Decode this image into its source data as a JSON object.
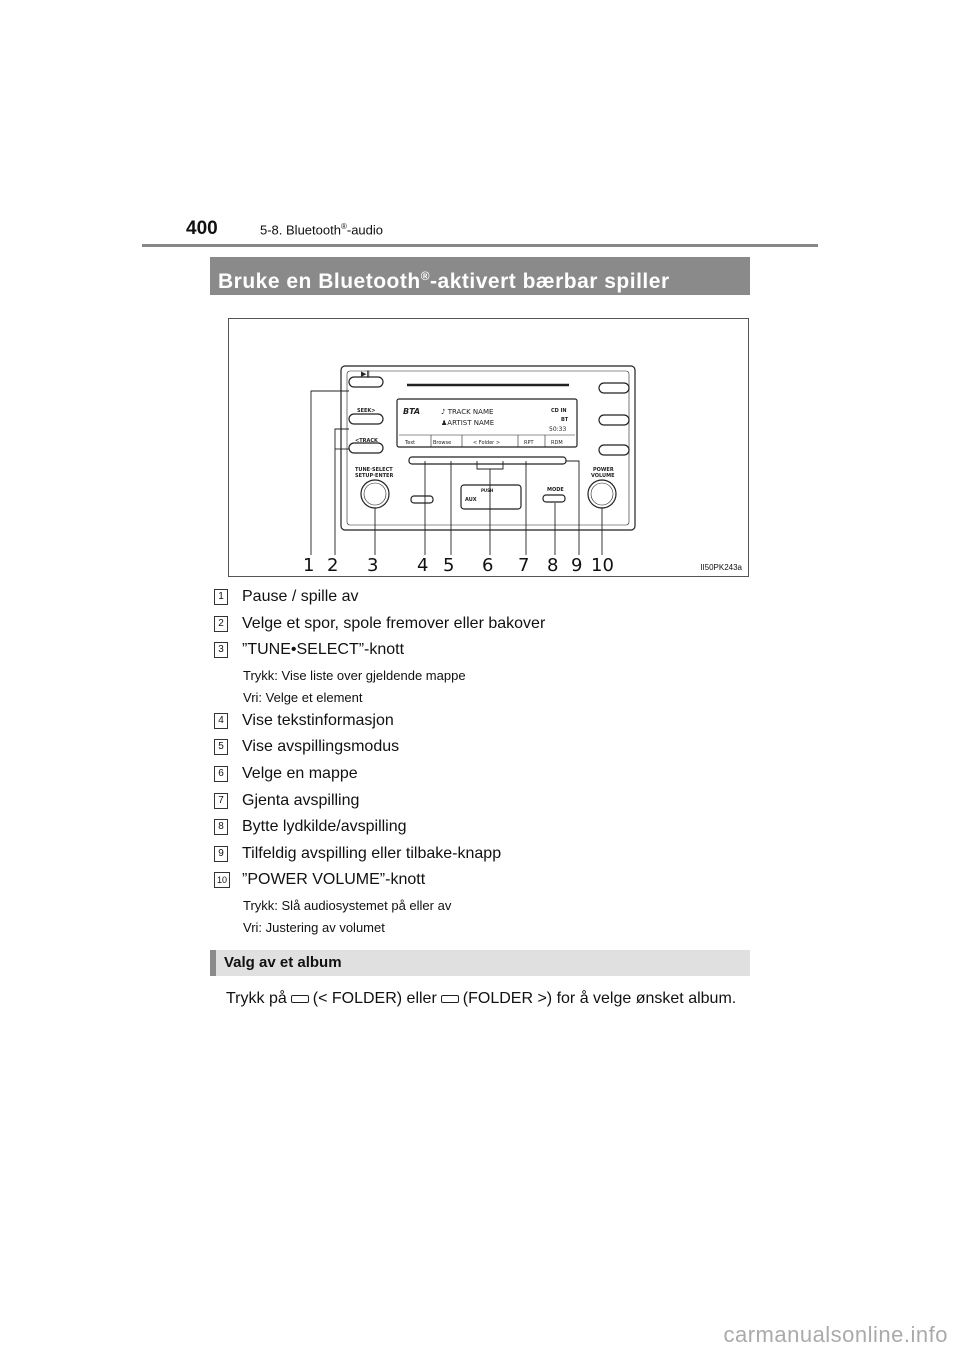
{
  "header": {
    "page_number": "400",
    "section_prefix": "5-8. Bluetooth",
    "section_reg": "®",
    "section_suffix": "-audio"
  },
  "title": {
    "prefix": "Bruke en Bluetooth",
    "reg": "®",
    "suffix": "-aktivert bærbar spiller"
  },
  "figure": {
    "code": "II50PK243a",
    "callouts": [
      "1",
      "2",
      "3",
      "4",
      "5",
      "6",
      "7",
      "8",
      "9",
      "10"
    ],
    "panel": {
      "seek_label": "SEEK>",
      "track_label": "<TRACK",
      "tune_label_1": "TUNE·SELECT",
      "tune_label_2": "SETUP·ENTER",
      "power_label_1": "POWER",
      "power_label_2": "VOLUME",
      "mode_label": "MODE",
      "aux_label": "AUX",
      "push_label": "PUSH",
      "screen_source": "BTA",
      "screen_track": "♪ TRACK NAME",
      "screen_artist": "♟ARTIST NAME",
      "screen_cd": "CD IN",
      "screen_bt": "BT",
      "screen_time": "50:33",
      "softkeys": [
        "Text",
        "Browse",
        "< Folder >",
        "RPT",
        "RDM"
      ]
    }
  },
  "items": [
    {
      "num": "1",
      "text": "Pause / spille av"
    },
    {
      "num": "2",
      "text": "Velge et spor, spole fremover eller bakover"
    },
    {
      "num": "3",
      "text": "”TUNE•SELECT”-knott",
      "subs": [
        "Trykk: Vise liste over gjeldende mappe",
        "Vri: Velge et element"
      ]
    },
    {
      "num": "4",
      "text": "Vise tekstinformasjon"
    },
    {
      "num": "5",
      "text": "Vise avspillingsmodus"
    },
    {
      "num": "6",
      "text": "Velge en mappe"
    },
    {
      "num": "7",
      "text": "Gjenta avspilling"
    },
    {
      "num": "8",
      "text": "Bytte lydkilde/avspilling"
    },
    {
      "num": "9",
      "text": "Tilfeldig avspilling eller tilbake-knapp"
    },
    {
      "num": "10",
      "text": "”POWER VOLUME”-knott",
      "subs": [
        "Trykk: Slå audiosystemet på eller av",
        "Vri: Justering av volumet"
      ]
    }
  ],
  "subsection": {
    "title": "Valg av et album"
  },
  "paragraph": {
    "part1": "Trykk på",
    "part2": "(< FOLDER) eller",
    "part3": "(FOLDER >) for å velge ønsket album."
  },
  "watermark": "carmanualsonline.info"
}
